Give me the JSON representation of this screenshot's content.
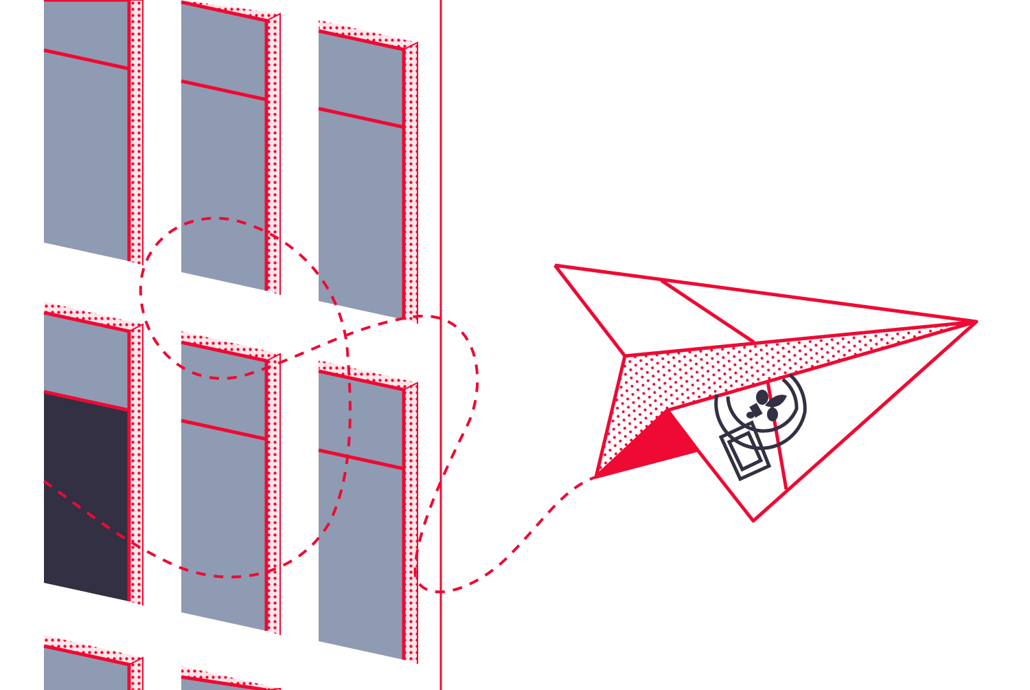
{
  "colors": {
    "accent_red": "#ee0a33",
    "window_glass": "#8f9bb3",
    "window_dark": "#323042",
    "emblem": "#323042",
    "background": "#ffffff"
  },
  "icons": [
    "building-windows",
    "paper-plane",
    "fleur-de-lis-emblem",
    "dashed-flight-path"
  ]
}
